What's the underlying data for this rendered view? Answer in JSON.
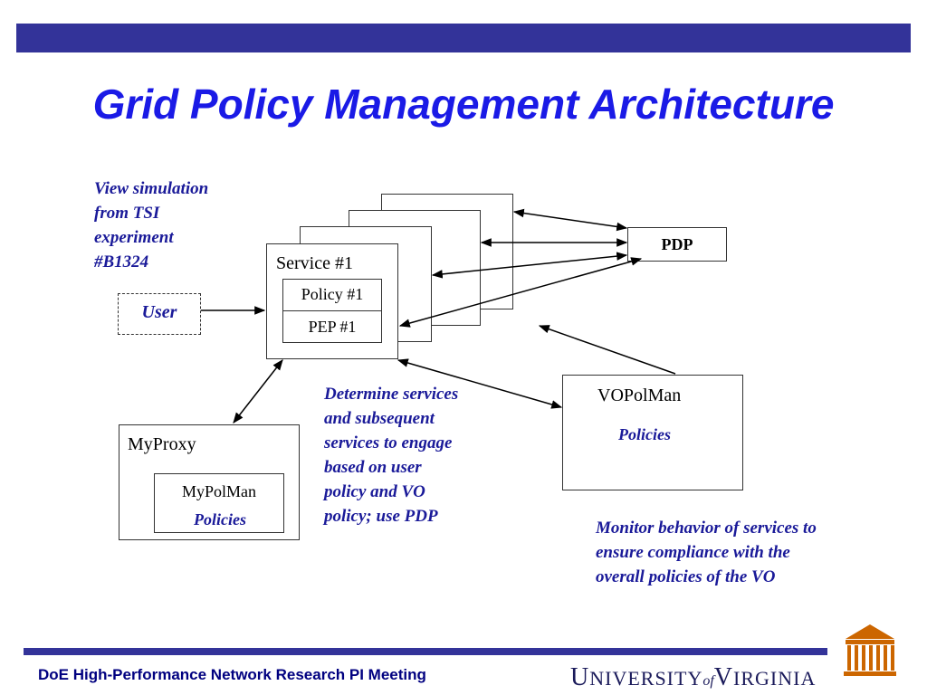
{
  "slide": {
    "title": "Grid Policy Management Architecture",
    "colors": {
      "bar": "#333399",
      "title": "#1a1ae6",
      "note": "#1a1a99",
      "logo": "#cc6600"
    }
  },
  "notes": {
    "view_simulation": [
      "View simulation",
      "from TSI",
      "experiment",
      "#B1324"
    ],
    "determine": [
      "Determine services",
      "and subsequent",
      "services to engage",
      "based on user",
      "policy and VO",
      "policy; use PDP"
    ],
    "monitor": [
      "Monitor behavior of services to",
      "ensure compliance with the",
      "overall policies of the VO"
    ]
  },
  "boxes": {
    "pdp": "PDP",
    "service": "Service #1",
    "policy": "Policy #1",
    "pep": "PEP #1",
    "user": "User",
    "vopolman": "VOPolMan",
    "vopolman_policies": "Policies",
    "myproxy": "MyProxy",
    "mypolman": "MyPolMan",
    "mypolman_policies": "Policies"
  },
  "footer": {
    "meeting": "DoE High-Performance Network Research PI Meeting",
    "university": {
      "u": "U",
      "niversity": "NIVERSITY",
      "of": "of",
      "v": "V",
      "irginia": "IRGINIA"
    },
    "logo_icon": "rotunda-icon"
  }
}
